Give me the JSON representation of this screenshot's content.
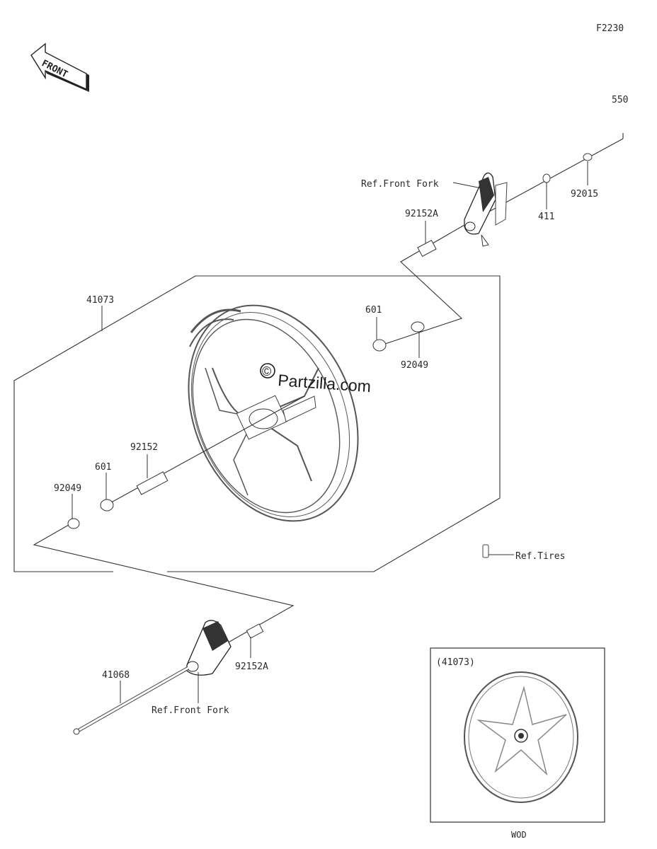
{
  "figure_code": "F2230",
  "front_arrow_label": "FRONT",
  "watermark": "Partzilla.com",
  "watermark_symbol": "©",
  "callouts": {
    "axle": "550",
    "ref_front_fork_top": "Ref.Front Fork",
    "collar_right": "92015",
    "bolt_right": "411",
    "spacer_right": "92152A",
    "wheel_assembly": "41073",
    "bearing_upper": "601",
    "seal_upper": "92049",
    "spacer_center": "92152",
    "bearing_lower": "601",
    "seal_lower": "92049",
    "ref_tires": "Ref.Tires",
    "spacer_left": "92152A",
    "axle_left": "41068",
    "ref_front_fork_bottom": "Ref.Front Fork"
  },
  "inset": {
    "label": "(41073)",
    "caption": "WOD"
  }
}
